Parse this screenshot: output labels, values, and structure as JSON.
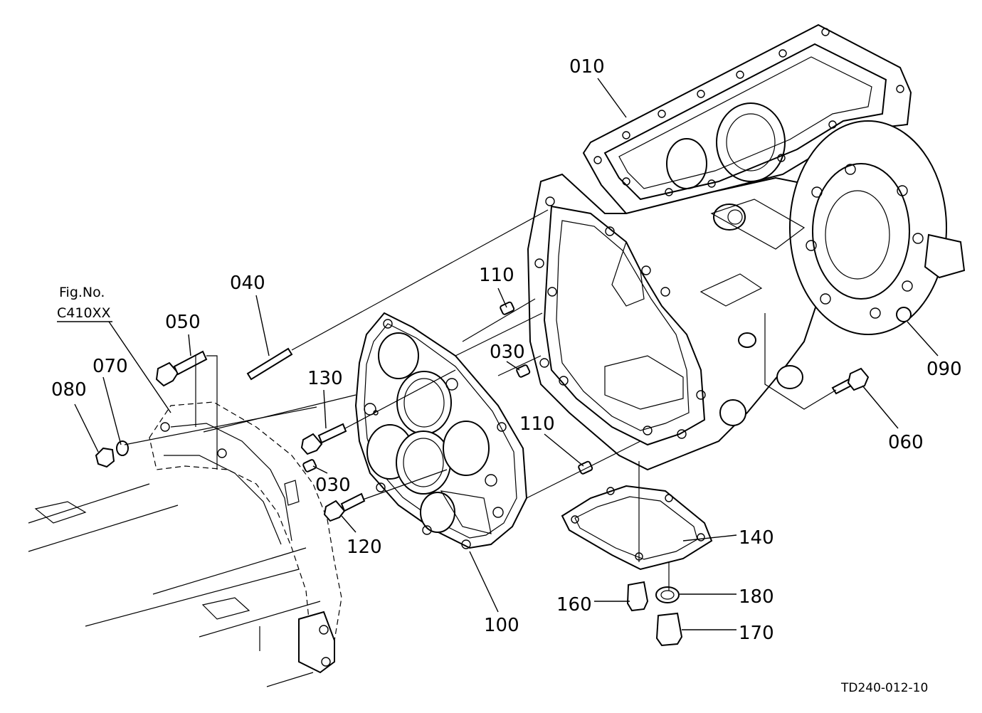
{
  "figure": {
    "fig_no_label": "Fig.No.",
    "fig_no_value": "C410XX",
    "drawing_code": "TD240-012-10"
  },
  "callouts": {
    "c010": "010",
    "c030_upper": "030",
    "c030_lower": "030",
    "c040": "040",
    "c050": "050",
    "c060": "060",
    "c070": "070",
    "c080": "080",
    "c090": "090",
    "c100": "100",
    "c110_upper": "110",
    "c110_lower": "110",
    "c120": "120",
    "c130": "130",
    "c140": "140",
    "c160": "160",
    "c170": "170",
    "c180": "180"
  }
}
